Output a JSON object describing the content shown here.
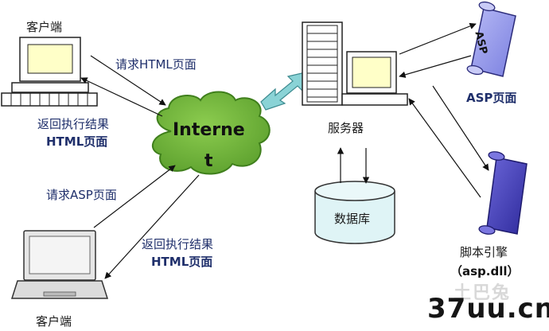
{
  "labels": {
    "client_top": "客户端",
    "client_bottom": "客户端",
    "req_html": "请求HTML页面",
    "ret_top_line1": "返回执行结果",
    "ret_top_line2": "HTML页面",
    "req_asp": "请求ASP页面",
    "ret_bot_line1": "返回执行结果",
    "ret_bot_line2": "HTML页面",
    "internet_line1": "Interne",
    "internet_line2": "t",
    "server": "服务器",
    "database": "数据库",
    "asp_scroll": "ASP",
    "asp_page": "ASP页面",
    "engine_line1": "脚本引擎",
    "engine_line2": "（asp.dll）"
  },
  "watermark": {
    "brand": "37uu.cn",
    "faint": "土巴兔"
  },
  "colors": {
    "cloud": "#6fb23a",
    "cloud_dark": "#3f7f1c",
    "scroll_light": "#8f94e8",
    "scroll_dark": "#3f3ab8",
    "link_arrow": "#8ad3d6",
    "navy_text": "#1f2f6b"
  },
  "icons": [
    "desktop-computer-icon",
    "laptop-icon",
    "server-tower-icon",
    "database-cylinder-icon",
    "scroll-icon",
    "cloud-icon"
  ]
}
